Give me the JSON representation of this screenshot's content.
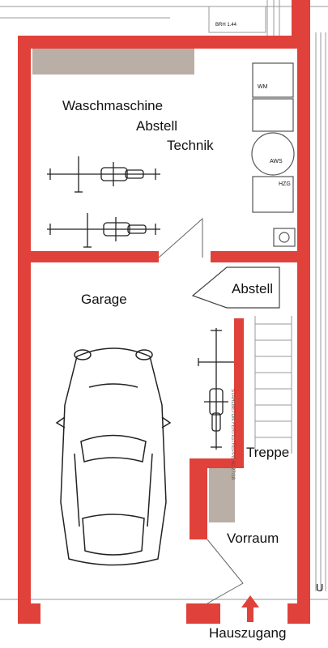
{
  "colors": {
    "wall": "#e0413a",
    "shelf": "#b9afa6",
    "line": "#222222",
    "faint": "#9a9a9a"
  },
  "rooms": {
    "laundry_line1": "Waschmaschine",
    "laundry_line2": "Abstell",
    "laundry_line3": "Technik",
    "garage": "Garage",
    "storage": "Abstell",
    "stairs": "Treppe",
    "vestibule": "Vorraum",
    "entrance": "Hauszugang"
  },
  "annotations": {
    "appliance_wm": "WM",
    "appliance_aws": "AWS",
    "appliance_hzg": "HZG",
    "top_note": "BRH 1.44",
    "edge_letter": "U",
    "stair_text": "STAHLBETON FERTIGTREPPE 60 27/18"
  },
  "icons": [
    "car-icon",
    "bicycle-icon",
    "entrance-arrow-icon"
  ]
}
